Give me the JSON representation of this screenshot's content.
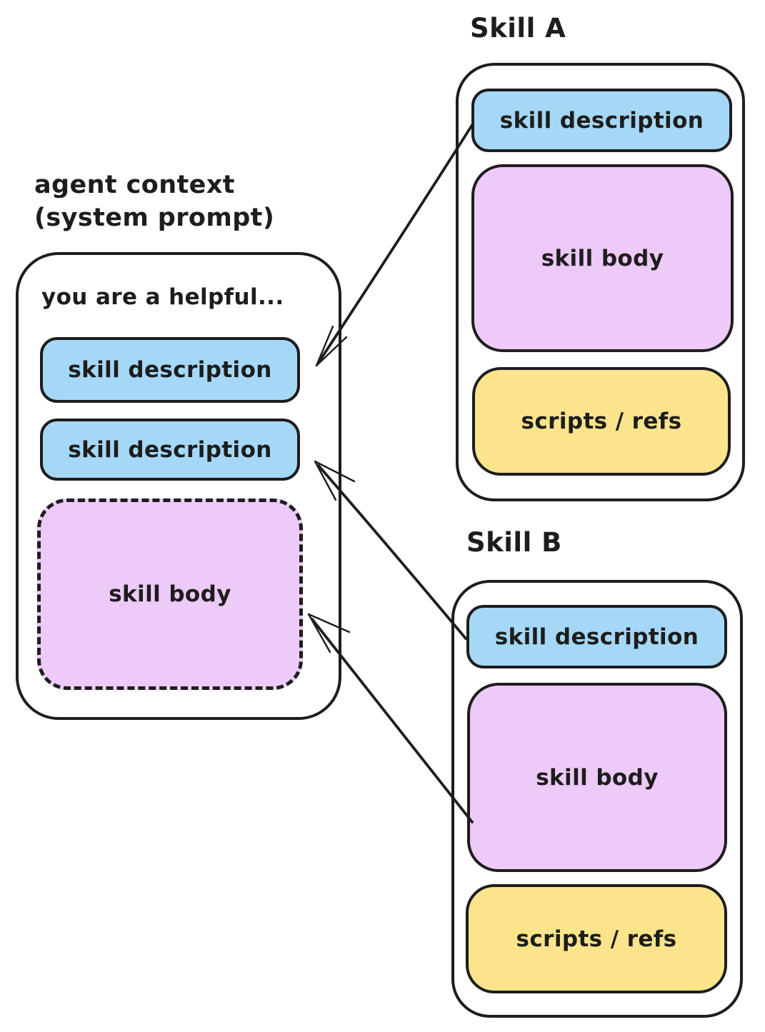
{
  "colors": {
    "ink": "#1d1d1d",
    "blue": "#a5d8f6",
    "purple": "#eecaf8",
    "yellow": "#fbe48c",
    "bg": "#ffffff"
  },
  "agent_context": {
    "title_line1": "agent context",
    "title_line2": "(system prompt)",
    "intro_text": "you are a helpful...",
    "skill_descriptions": [
      "skill description",
      "skill description"
    ],
    "skill_body_label": "skill body"
  },
  "skill_a": {
    "title": "Skill A",
    "description_label": "skill description",
    "body_label": "skill body",
    "scripts_label": "scripts / refs"
  },
  "skill_b": {
    "title": "Skill B",
    "description_label": "skill description",
    "body_label": "skill body",
    "scripts_label": "scripts / refs"
  }
}
